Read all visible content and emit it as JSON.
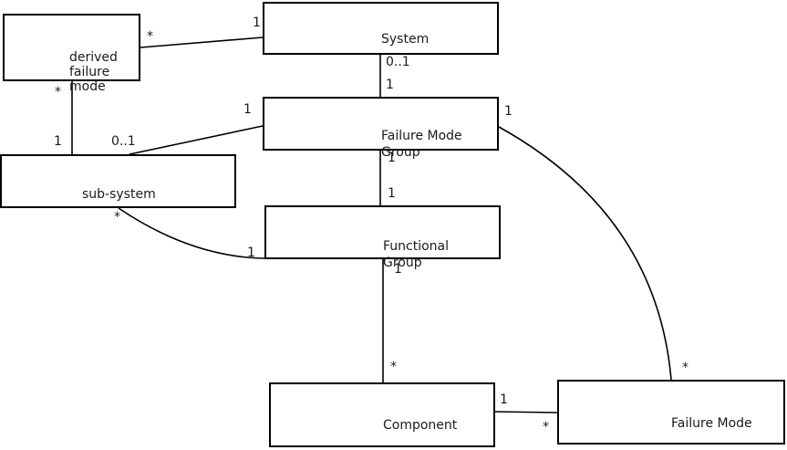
{
  "diagram": {
    "type": "uml-association-diagram",
    "background_color": "#ffffff",
    "line_color": "#000000",
    "box_fill_color": "#ffffff",
    "nodes": [
      {
        "id": "derived-failure-mode",
        "label": "derived\nfailure\nmode"
      },
      {
        "id": "system",
        "label": "System"
      },
      {
        "id": "failure-mode-group",
        "label": "Failure Mode\nGroup"
      },
      {
        "id": "sub-system",
        "label": "sub-system"
      },
      {
        "id": "functional-group",
        "label": "Functional\nGroup"
      },
      {
        "id": "component",
        "label": "Component"
      },
      {
        "id": "failure-mode",
        "label": "Failure Mode"
      }
    ],
    "edges": [
      {
        "from": "system",
        "to": "derived-failure-mode",
        "from_label": "1",
        "to_label": "*"
      },
      {
        "from": "system",
        "to": "failure-mode-group",
        "from_label": "0..1",
        "to_label": "1"
      },
      {
        "from": "derived-failure-mode",
        "to": "sub-system",
        "from_label": "*",
        "to_label": "1"
      },
      {
        "from": "failure-mode-group",
        "to": "sub-system",
        "from_label": "1",
        "to_label": "0..1"
      },
      {
        "from": "failure-mode-group",
        "to": "functional-group",
        "from_label": "1",
        "to_label": "1"
      },
      {
        "from": "functional-group",
        "to": "component",
        "from_label": "1",
        "to_label": "*"
      },
      {
        "from": "sub-system",
        "to": "functional-group",
        "from_label": "*",
        "to_label": "1"
      },
      {
        "from": "failure-mode-group",
        "to": "failure-mode",
        "from_label": "1",
        "to_label": "*"
      },
      {
        "from": "component",
        "to": "failure-mode",
        "from_label": "1",
        "to_label": "*"
      }
    ]
  }
}
